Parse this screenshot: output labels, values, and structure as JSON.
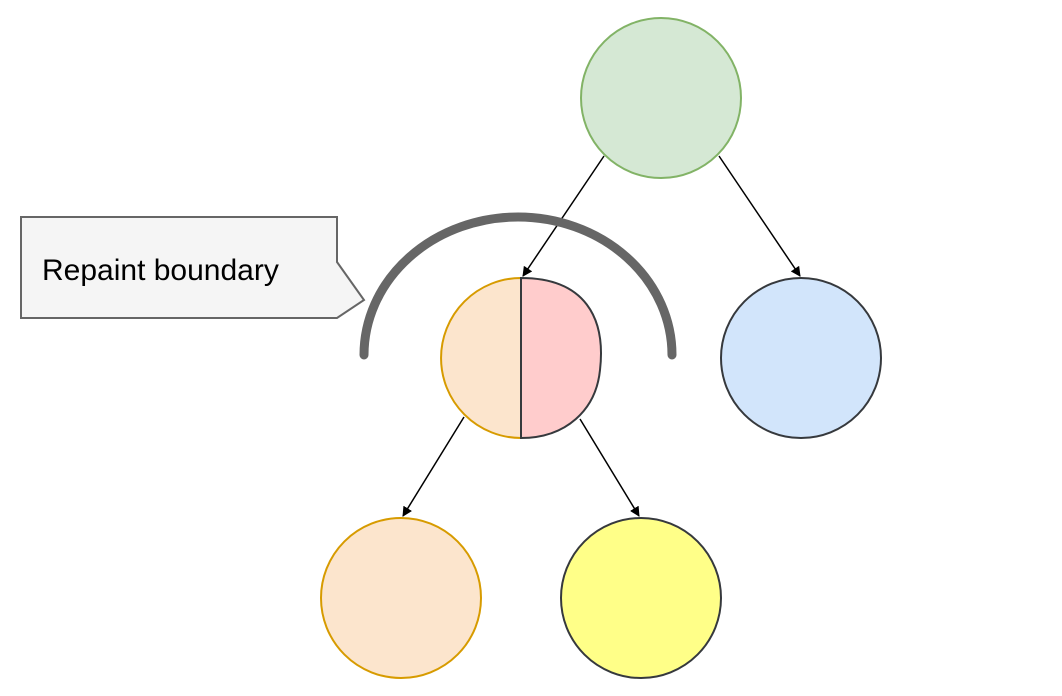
{
  "callout": {
    "text": "Repaint boundary"
  },
  "colors": {
    "root_fill": "#d5e8d4",
    "root_stroke": "#82b366",
    "orange_fill": "#fce5cd",
    "orange_stroke": "#d79b00",
    "pink_fill": "#ffcccc",
    "blue_fill": "#d2e5fb",
    "yellow_fill": "#ffff88",
    "dark_stroke": "#36393d",
    "arc_stroke": "#666666",
    "callout_fill": "#f5f5f5",
    "callout_stroke": "#666666"
  },
  "nodes": [
    {
      "id": "root",
      "description": "green circle"
    },
    {
      "id": "boundary-node",
      "description": "half orange, half pink circle"
    },
    {
      "id": "right-child",
      "description": "blue circle"
    },
    {
      "id": "left-grandchild",
      "description": "orange circle"
    },
    {
      "id": "right-grandchild",
      "description": "yellow circle"
    }
  ]
}
